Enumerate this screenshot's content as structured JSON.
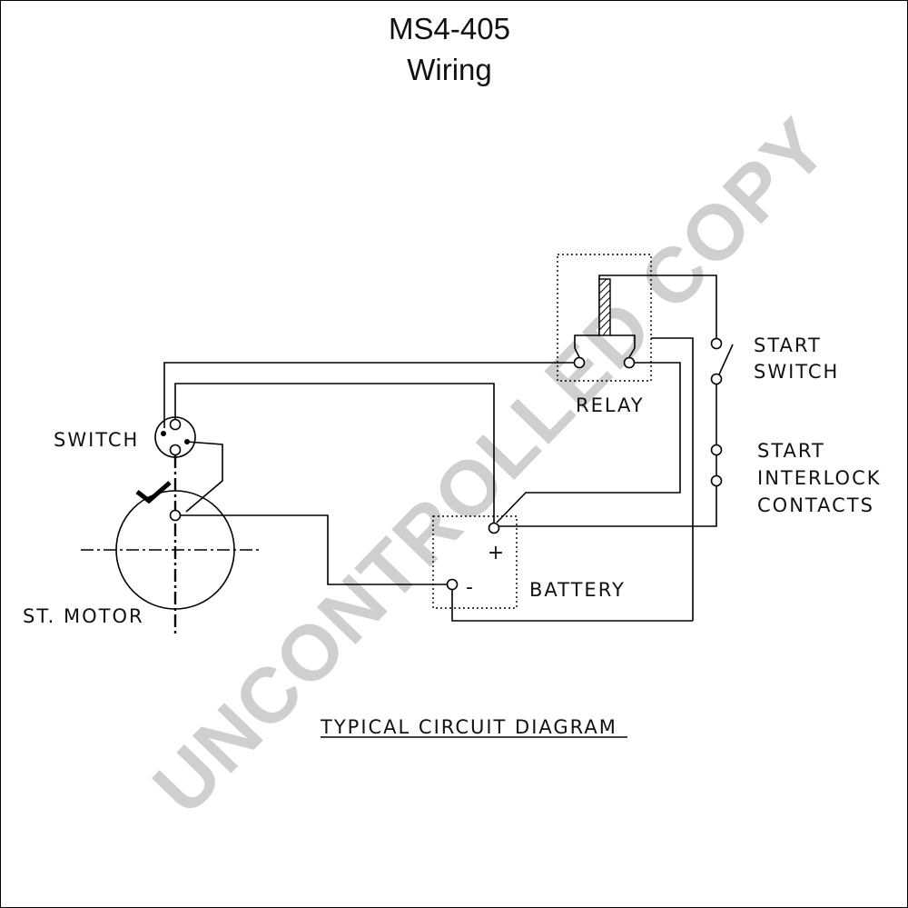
{
  "title": {
    "line1": "MS4-405",
    "line2": "Wiring"
  },
  "labels": {
    "switch": "SWITCH",
    "st_motor": "ST. MOTOR",
    "relay": "RELAY",
    "start_switch_line1": "START",
    "start_switch_line2": "SWITCH",
    "interlock_line1": "START",
    "interlock_line2": "INTERLOCK",
    "interlock_line3": "CONTACTS",
    "battery": "BATTERY",
    "battery_plus": "+",
    "battery_minus": "-"
  },
  "caption": "TYPICAL CIRCUIT DIAGRAM",
  "watermark": "UNCONTROLLED COPY"
}
